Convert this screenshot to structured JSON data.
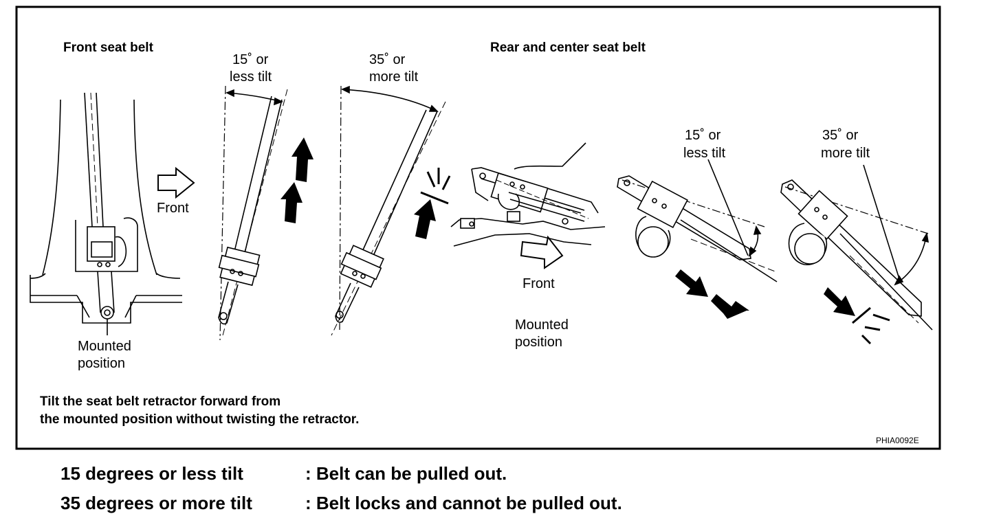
{
  "figure": {
    "front_title": "Front seat belt",
    "rear_title": "Rear and center seat belt",
    "tilt15_line1": "15˚ or",
    "tilt15_line2": "less tilt",
    "tilt35_line1": "35˚ or",
    "tilt35_line2": "more tilt",
    "front_label": "Front",
    "mounted_line1": "Mounted",
    "mounted_line2": "position",
    "instruction_line1": "Tilt the seat belt retractor forward from",
    "instruction_line2": "the mounted position without twisting the retractor.",
    "figure_code": "PHIA0092E"
  },
  "legend": [
    {
      "condition": "15 degrees or less tilt",
      "result": ": Belt can be pulled out."
    },
    {
      "condition": "35 degrees or more tilt",
      "result": ": Belt locks and cannot be pulled out."
    }
  ]
}
